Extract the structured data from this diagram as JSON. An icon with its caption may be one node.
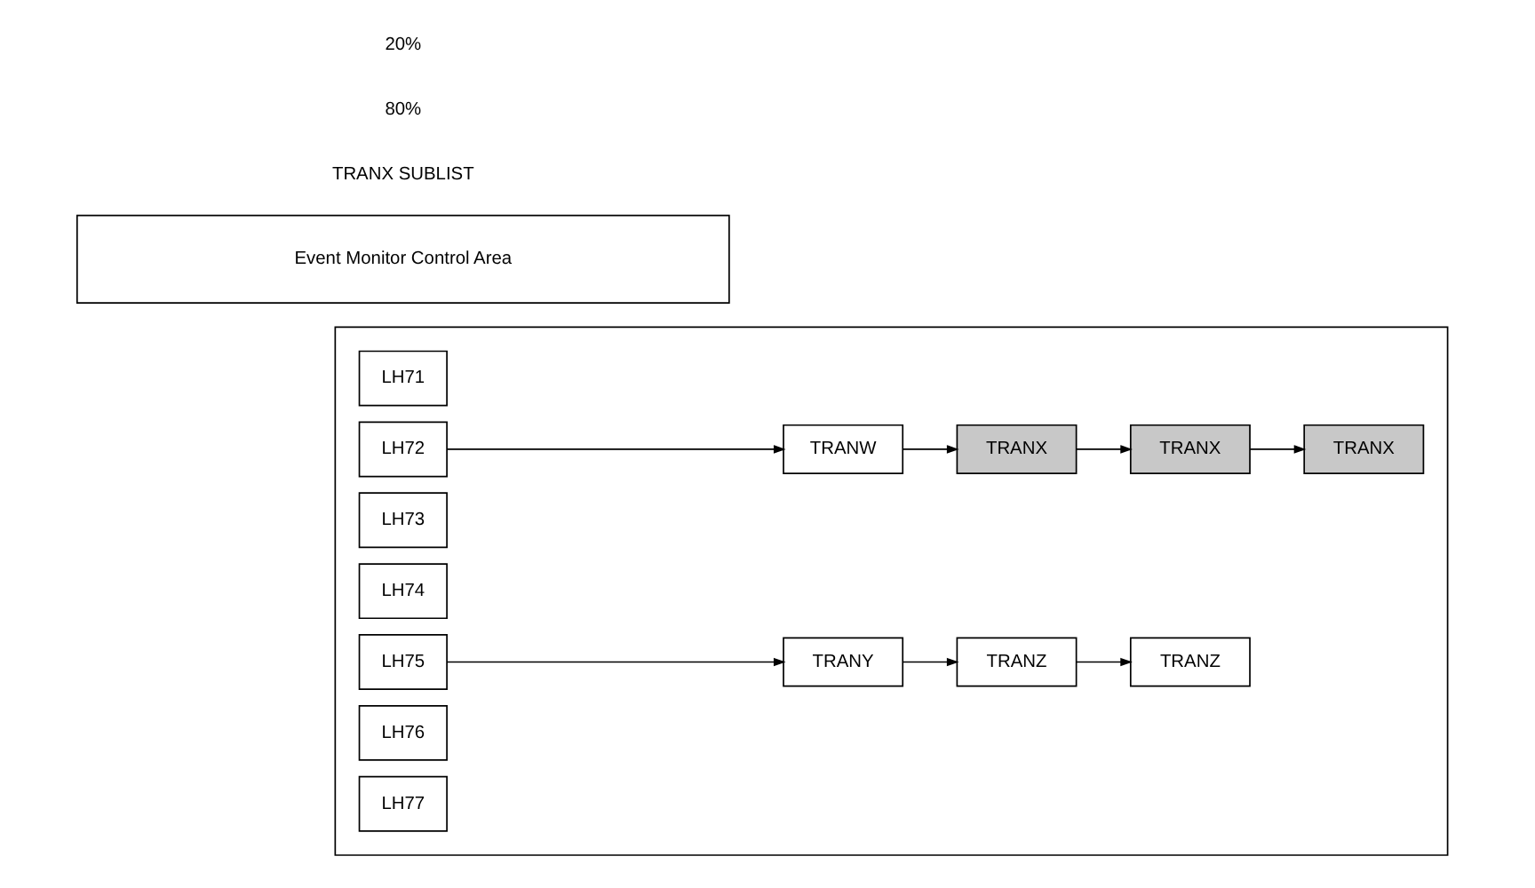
{
  "diagram": {
    "nodes": [
      {
        "text": [],
        "shape": "box"
      },
      {
        "text": [
          "LH71"
        ],
        "in": 0
      },
      {
        "text": [
          "LH72"
        ],
        "in": 0
      },
      {
        "text": [
          "LH73"
        ],
        "in": 0
      },
      {
        "text": [
          "LH74"
        ],
        "in": 0
      },
      {
        "text": [
          "LH75"
        ],
        "in": 0
      },
      {
        "text": [
          "LH76"
        ],
        "in": 0
      },
      {
        "text": [
          "LH77"
        ],
        "in": 0
      },
      {
        "text": [
          "TRANW"
        ],
        "in": 0
      },
      {
        "text": [
          "TRANX"
        ],
        "in": 0
      },
      {
        "text": [
          "TRANX"
        ],
        "in": 0
      },
      {
        "text": [
          "TRANX"
        ],
        "in": 0
      },
      {
        "text": [
          "TRANY"
        ],
        "in": 0
      },
      {
        "text": [
          "TRANZ"
        ],
        "in": 0
      },
      {
        "text": [
          "TRANZ"
        ],
        "in": 0
      },
      {
        "text": [
          "Event Monitor Control Area"
        ]
      }
    ],
    "edges": [
      {
        "from": 2,
        "to": 8,
        "arrow": "to"
      },
      {
        "from": 8,
        "to": 9,
        "arrow": "to"
      },
      {
        "from": 9,
        "to": 10,
        "arrow": "to"
      },
      {
        "from": 10,
        "to": 11,
        "arrow": "to"
      },
      {
        "from": 5,
        "to": 12,
        "arrow": "to"
      },
      {
        "from": 12,
        "to": 13,
        "arrow": "to"
      },
      {
        "from": 13,
        "to": 14,
        "arrow": "to"
      }
    ],
    "labels": [
      "TRANX SUBLIST",
      "80%",
      "20%"
    ]
  }
}
